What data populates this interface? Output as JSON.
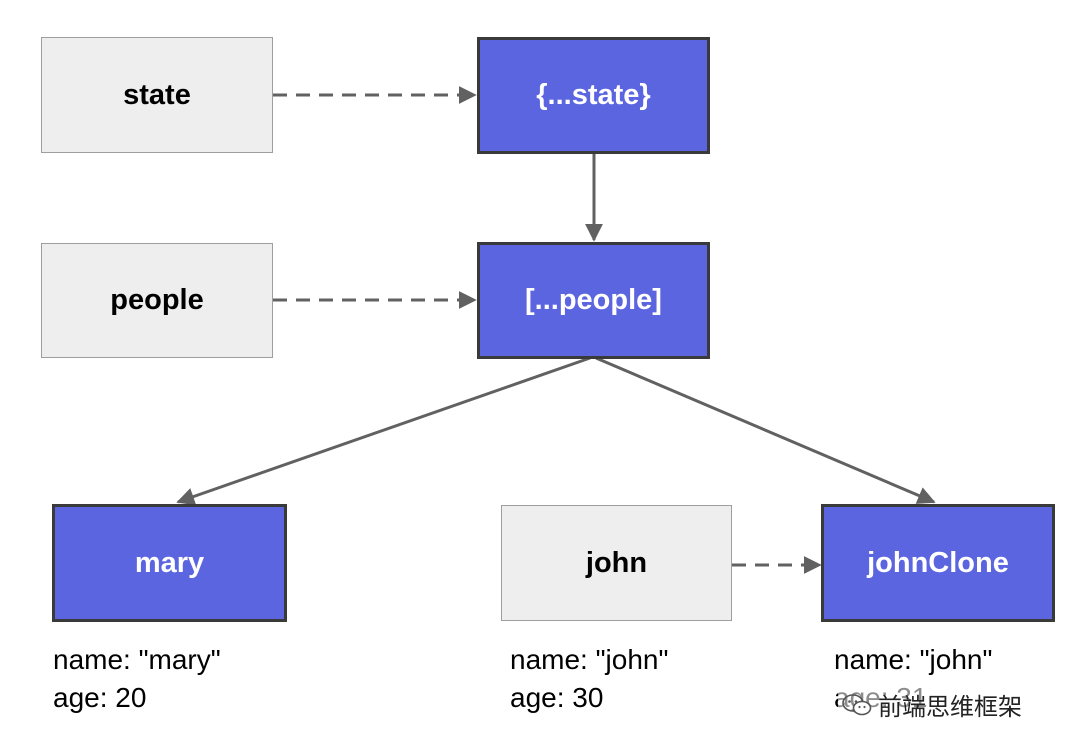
{
  "nodes": {
    "state": "state",
    "state_copy": "{...state}",
    "people": "people",
    "people_copy": "[...people]",
    "mary": "mary",
    "john": "john",
    "john_clone": "johnClone"
  },
  "properties": {
    "mary": {
      "name": "name: \"mary\"",
      "age": "age: 20"
    },
    "john": {
      "name": "name: \"john\"",
      "age": "age: 30"
    },
    "john_clone": {
      "name": "name: \"john\"",
      "age": "age: 31"
    }
  },
  "watermark": {
    "text": "前端思维框架",
    "icon": "wechat-icon"
  },
  "colors": {
    "copy_fill": "#5c65e0",
    "copy_border": "#3a3a3a",
    "original_fill": "#eeeeee",
    "original_border": "#9e9e9e",
    "arrow": "#616161"
  }
}
